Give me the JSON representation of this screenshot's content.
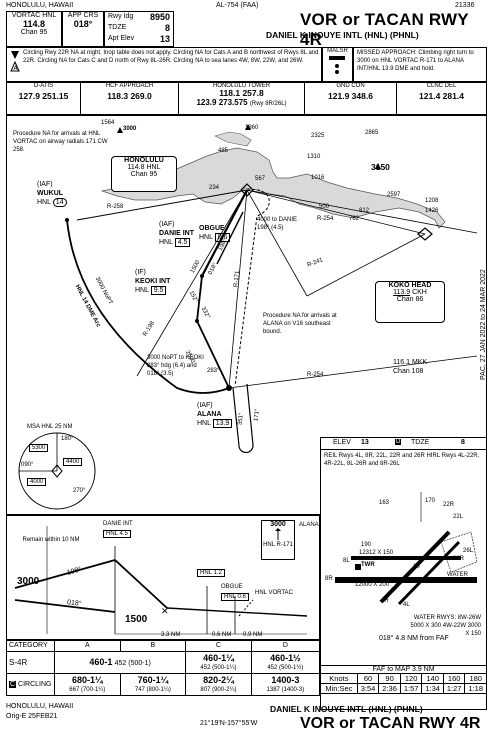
{
  "header": {
    "location_top": "HONOLULU, HAWAII",
    "chart_id": "AL-754 (FAA)",
    "procedure_number": "21336",
    "title": "VOR or TACAN RWY 4R",
    "airport": "DANIEL K INOUYE INTL (HNL) (PHNL)",
    "nav_label": "VORTAC HNL",
    "nav_freq": "114.8",
    "nav_chan": "Chan 95",
    "crs_label": "APP CRS",
    "crs": "018°",
    "rwy_ldg_label": "Rwy Idg",
    "rwy_ldg": "8950",
    "tdze_label": "TDZE",
    "tdze": "8",
    "apt_elev_label": "Apt Elev",
    "apt_elev": "13"
  },
  "notes": {
    "note1": "Circling Rwy 22R NA at night. Inop table does not apply. Circling NA for Cats A and B northwest of Rwys 8L and 22R. Circling NA for Cats C and D north of Rwy 8L-26R. Circling NA to sea lanes 4W, 8W, 22W, and 26W.",
    "malsr": "MALSR",
    "missed": "MISSED APPROACH: Climbing right turn to 3000 on HNL VORTAC R-171 to ALANA INT/HNL 13.9 DME and hold."
  },
  "comms": [
    {
      "label": "D-ATIS",
      "value": "127.9 251.15"
    },
    {
      "label": "HCF APPROACH",
      "value": "118.3 269.0"
    },
    {
      "label": "HONOLULU TOWER",
      "value": "118.1 257.8",
      "value2": "123.9 273.575",
      "note": "(Rwy 8R/26L)"
    },
    {
      "label": "GND CON",
      "value": "121.9 348.6"
    },
    {
      "label": "CLNC DEL",
      "value": "121.4 281.4"
    }
  ],
  "plan": {
    "proc_na_hnl": "Procedure NA for arrivals at HNL VORTAC on airway radials 171 CW 258.",
    "honolulu_box": {
      "name": "HONOLULU",
      "freq": "114.8 HNL",
      "chan": "Chan 95"
    },
    "wukul": {
      "iaf": "(IAF)",
      "name": "WUKUL",
      "dme": "HNL",
      "dist": "14"
    },
    "obgue": {
      "name": "OBGUE",
      "dme": "HNL",
      "dist": "0.6"
    },
    "danie": {
      "iaf": "(IAF)",
      "name": "DANIE INT",
      "dme": "HNL",
      "dist": "4.5"
    },
    "keoki": {
      "if": "(IF)",
      "name": "KEOKI INT",
      "dme": "HNL",
      "dist": "9.5"
    },
    "alana": {
      "iaf": "(IAF)",
      "name": "ALANA",
      "dme": "HNL",
      "dist": "13.9"
    },
    "koko": {
      "name": "KOKO HEAD",
      "freq": "113.9",
      "id": "CKH",
      "chan": "Chan 86"
    },
    "arc_label": "HNL 14 DME Arc",
    "arc_alt": "3000 NoPT",
    "danie_transition": "4000 to DANIE",
    "danie_transition_crs": "198° (4.5)",
    "keoki_transition": "3000 NoPT to KEOKI",
    "keoki_transition_crs": "283° hdg (6.4) and",
    "keoki_transition_crs2": "018° (3.5)",
    "proc_na_alana": "Procedure NA for arrivals at ALANA on V16 southeast bound.",
    "mkk": "116.1 MKK",
    "mkk_chan": "Chan 108",
    "r258": "R-258",
    "r254a": "R-254",
    "r254b": "R-254",
    "r241": "R-241",
    "r198": "R-198",
    "r171": "R-171",
    "r351": "351°",
    "r171b": "171°",
    "r018": "018°",
    "r198b": "198°",
    "alt_1500": "1500",
    "alt_2500": "2500",
    "crs_152": "152°",
    "crs_332": "332°",
    "crs_283": "283°",
    "elevations": [
      "1564",
      "3000",
      "1360",
      "2325",
      "2865",
      "485",
      "1310",
      "3150",
      "567",
      "1016",
      "234",
      "812",
      "2597",
      "1426",
      "1208",
      "500",
      "762"
    ],
    "msa": {
      "label": "MSA HNL 25 NM",
      "a": "5300",
      "b": "4400",
      "c": "4000",
      "d": "180°",
      "e": "090°",
      "f": "270°"
    }
  },
  "airport_sketch": {
    "elev_label": "ELEV",
    "elev": "13",
    "tdze_label": "TDZE",
    "tdze": "8",
    "lights": "REIL Rwys 4L, 8R, 22L, 22R and 26R HIRL Rwys 4L-22R, 4R-22L, 8L-26R and 8R-26L",
    "rwy1": "12312 X 150",
    "rwy2": "12000 X 200",
    "twr": "TWR",
    "faf_note": "018° 4.8 NM from FAF",
    "water_rwys": "WATER RWYS: 8W-26W 5000 X 300 4W-22W 3000 X 150",
    "water_label": "WATER RWYS",
    "rwy_labels": [
      "163",
      "170",
      "22R",
      "22L",
      "26L",
      "26R",
      "8R",
      "4R",
      "4L",
      "190",
      "8L",
      "10"
    ]
  },
  "profile": {
    "remain": "Remain within 10 NM",
    "danie": "DANIE INT",
    "danie_dme": "HNL 4.5",
    "hnl_12": "HNL 1.2",
    "obgue": "OBGUE",
    "obgue_dme": "HNL 0.6",
    "vortac": "HNL VORTAC",
    "alt_3000": "3000",
    "crs_198": "198°",
    "crs_018": "018°",
    "alt_1500": "1500",
    "dist_a": "3.3 NM",
    "dist_b": "0.6 NM",
    "dist_c": "0.9 NM",
    "hold_alt": "3000",
    "hold_fix": "HNL R-171",
    "hold_name": "ALANA"
  },
  "minimums": {
    "headers": [
      "CATEGORY",
      "A",
      "B",
      "C",
      "D"
    ],
    "s4r": {
      "label": "S-4R",
      "ab": "460-1",
      "ab_note": "452 (500-1)",
      "c": "460-1¼",
      "c_note": "452 (500-1¼)",
      "d": "460-1½",
      "d_note": "452 (500-1½)"
    },
    "circling": {
      "label": "CIRCLING",
      "a": "680-1¼",
      "a_note": "667 (700-1¼)",
      "b": "760-1¼",
      "b_note": "747 (800-1¼)",
      "c": "820-2¼",
      "c_note": "807 (900-2¼)",
      "d": "1400-3",
      "d_note": "1387 (1400-3)"
    }
  },
  "timing": {
    "title": "FAF to MAP 3.9 NM",
    "knots_label": "Knots",
    "knots": [
      "60",
      "90",
      "120",
      "140",
      "160",
      "180"
    ],
    "time_label": "Min:Sec",
    "times": [
      "3:54",
      "2:36",
      "1:57",
      "1:34",
      "1:27",
      "1:18"
    ]
  },
  "footer": {
    "location": "HONOLULU, HAWAII",
    "orig": "Orig-E 25FEB21",
    "coords": "21°19'N-157°55'W",
    "airport": "DANIEL K INOUYE INTL (HNL) (PHNL)",
    "title": "VOR or TACAN RWY 4R",
    "side_text": "PAC, 27 JAN 2022 to 24 MAR 2022"
  }
}
